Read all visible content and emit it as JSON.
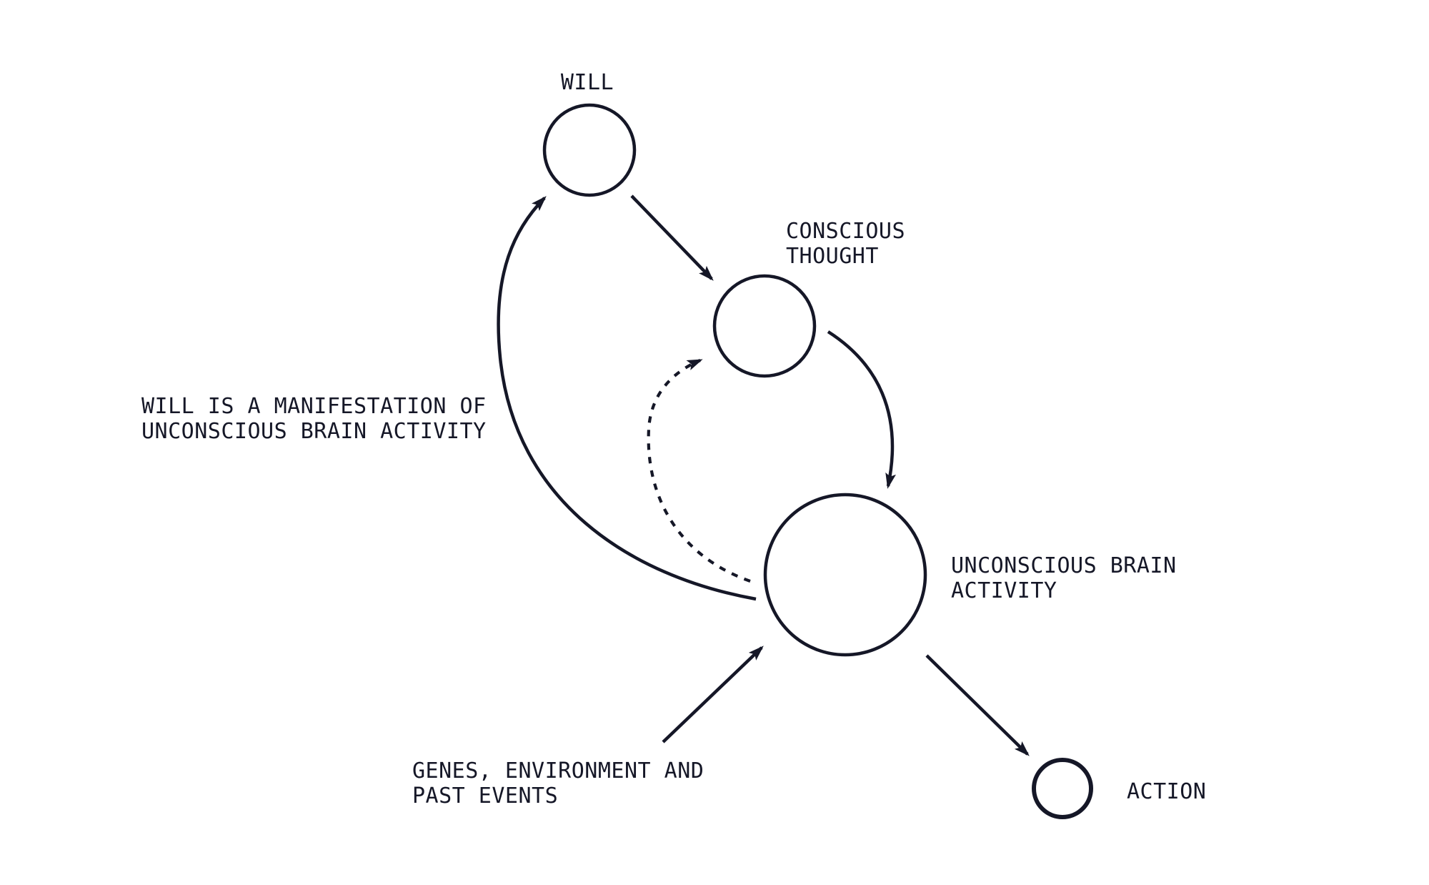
{
  "diagram": {
    "topic": "will-as-manifestation-of-unconscious-brain-activity",
    "nodes": {
      "will": {
        "label": "WILL"
      },
      "conscious_thought": {
        "label_line1": "CONSCIOUS",
        "label_line2": "THOUGHT"
      },
      "unconscious_brain_activity": {
        "label_line1": "UNCONSCIOUS BRAIN",
        "label_line2": "ACTIVITY"
      },
      "action": {
        "label": "ACTION"
      }
    },
    "annotations": {
      "left_note_line1": "WILL IS A MANIFESTATION OF",
      "left_note_line2": "UNCONSCIOUS BRAIN ACTIVITY",
      "bottom_note_line1": "GENES, ENVIRONMENT AND",
      "bottom_note_line2": "PAST EVENTS"
    },
    "edges": [
      {
        "from": "will",
        "to": "conscious_thought",
        "style": "solid-straight-arrow"
      },
      {
        "from": "conscious_thought",
        "to": "unconscious_brain_activity",
        "style": "solid-curved-arrow"
      },
      {
        "from": "unconscious_brain_activity",
        "to": "will",
        "style": "solid-curved-arrow"
      },
      {
        "from": "unconscious_brain_activity",
        "to": "conscious_thought",
        "style": "dashed-curved-arrow"
      },
      {
        "from": "genes_environment_past_events",
        "to": "unconscious_brain_activity",
        "style": "solid-straight-arrow"
      },
      {
        "from": "unconscious_brain_activity",
        "to": "action",
        "style": "solid-straight-arrow"
      }
    ],
    "colors": {
      "ink": "#151727",
      "action_fill": "#FC6277",
      "unconscious_dot": "#D8D8D8",
      "background": "#FFFFFF"
    }
  }
}
